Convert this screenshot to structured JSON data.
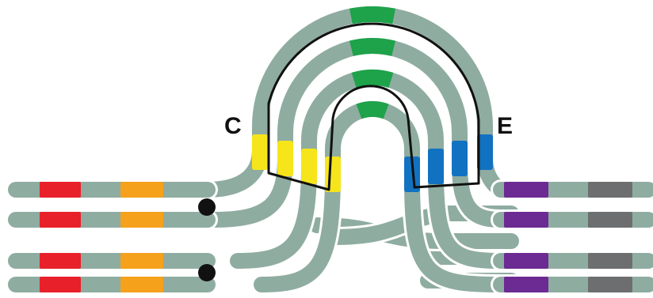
{
  "labels": {
    "left": "C",
    "right": "E"
  },
  "colors": {
    "chromatid": "#8faca1",
    "separator": "#ffffff",
    "centromere": "#111111",
    "loop_outline": "#111111",
    "band_red": "#e8202a",
    "band_orange": "#f6a11b",
    "band_yellow": "#f6e51a",
    "band_green": "#1ea24a",
    "band_blue": "#1272c2",
    "band_purple": "#6c2a93",
    "band_gray": "#6d6e70"
  },
  "structure": {
    "chromatid_count": 4,
    "left_bands": [
      "red",
      "orange"
    ],
    "inverted_segment_bands": [
      "yellow",
      "green",
      "blue"
    ],
    "right_bands": [
      "purple",
      "gray"
    ],
    "centromeres": 2
  }
}
